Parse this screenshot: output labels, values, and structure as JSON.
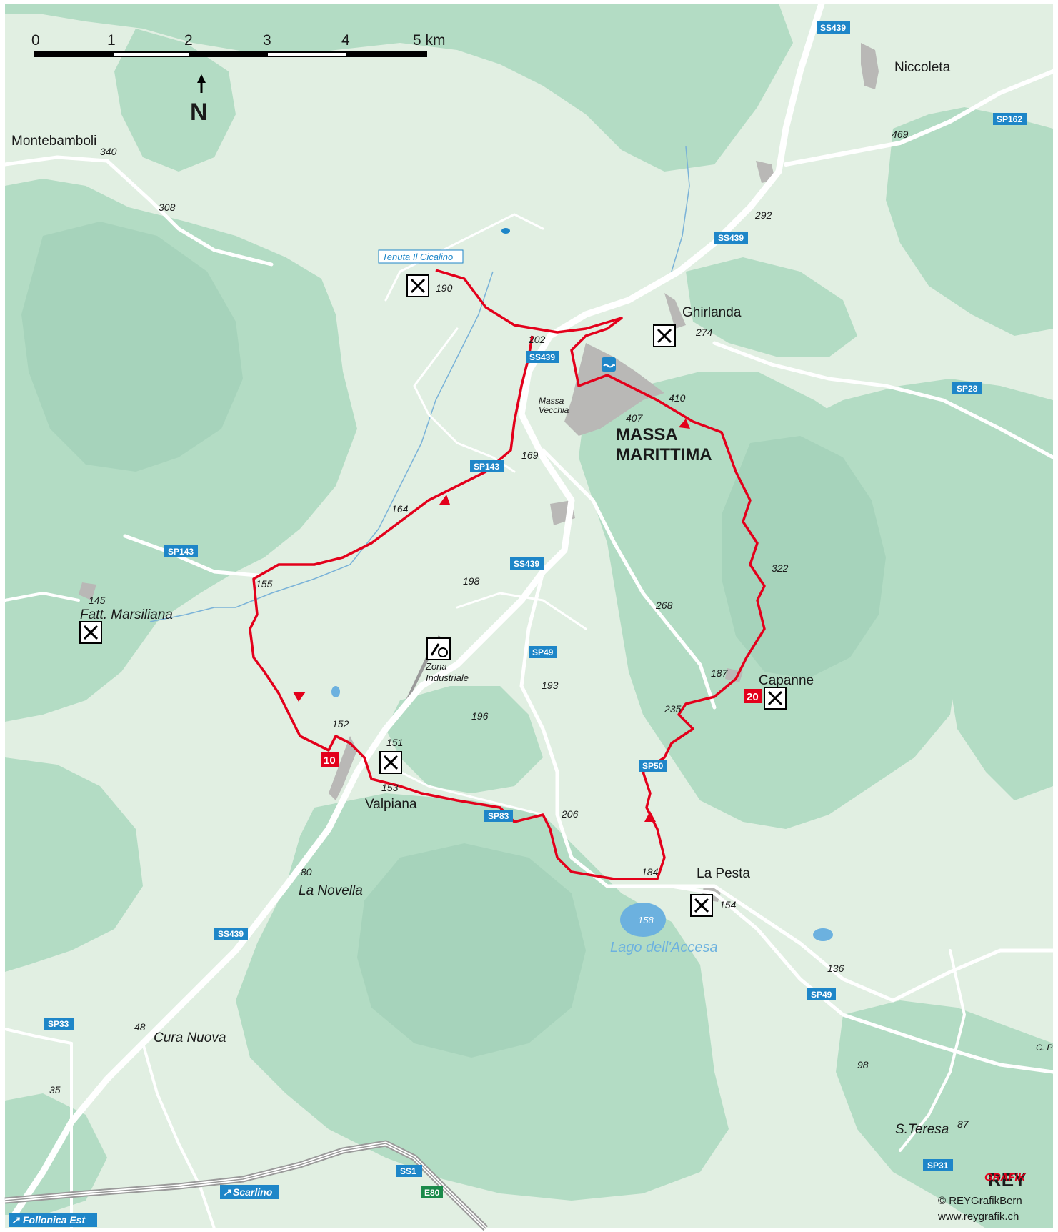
{
  "colors": {
    "background_light": "#e1efe2",
    "forest": "#b3dcc4",
    "forest_dark": "#a6d3bb",
    "road": "#ffffff",
    "route": "#e3001b",
    "water": "#6cb1df",
    "town": "#b9b8b6",
    "shield": "#1e86c8",
    "stream": "#7ab2d8"
  },
  "scale_bar": {
    "ticks": [
      "0",
      "1",
      "2",
      "3",
      "4",
      "5 km"
    ]
  },
  "north_label": "N",
  "town_main": [
    "MASSA",
    "MARITTIMA"
  ],
  "places": [
    {
      "key": "niccoleta",
      "text": "Niccoleta"
    },
    {
      "key": "montebamboli",
      "text": "Montebamboli"
    },
    {
      "key": "ghirlanda",
      "text": "Ghirlanda"
    },
    {
      "key": "capanne",
      "text": "Capanne"
    },
    {
      "key": "valpiana",
      "text": "Valpiana"
    },
    {
      "key": "lapesta",
      "text": "La Pesta"
    },
    {
      "key": "curanuova",
      "text": "Cura Nuova"
    },
    {
      "key": "lanovella",
      "text": "La Novella"
    },
    {
      "key": "steresa",
      "text": "S.Teresa"
    },
    {
      "key": "fattmarsiliana",
      "text": "Fatt. Marsiliana"
    },
    {
      "key": "massavecchia1",
      "text": "Massa"
    },
    {
      "key": "massavecchia2",
      "text": "Vecchia"
    },
    {
      "key": "zona1",
      "text": "Zona"
    },
    {
      "key": "zona2",
      "text": "Industriale"
    },
    {
      "key": "cp",
      "text": "C. P"
    }
  ],
  "lake_label": "Lago dell'Accesa",
  "lake_elev": "158",
  "tenuta_label": "Tenuta Il Cicalino",
  "elevations": [
    "340",
    "308",
    "469",
    "292",
    "190",
    "202",
    "274",
    "410",
    "407",
    "169",
    "164",
    "155",
    "145",
    "198",
    "322",
    "268",
    "187",
    "235",
    "193",
    "196",
    "152",
    "151",
    "153",
    "206",
    "184",
    "154",
    "136",
    "98",
    "87",
    "80",
    "48",
    "35"
  ],
  "road_shields": [
    "SS439",
    "SP162",
    "SS439",
    "SS439",
    "SP28",
    "SP143",
    "SP143",
    "SS439",
    "SP49",
    "SP50",
    "SP83",
    "SS439",
    "SP49",
    "SP33",
    "SP31",
    "SS1",
    "E80"
  ],
  "route_markers": [
    "10",
    "20"
  ],
  "exits": [
    "Scarlino",
    "Follonica Est"
  ],
  "credits": [
    "© REYGrafikBern",
    "www.reygrafik.ch"
  ],
  "logo_text": "REY",
  "logo_script": "GRAFIK"
}
